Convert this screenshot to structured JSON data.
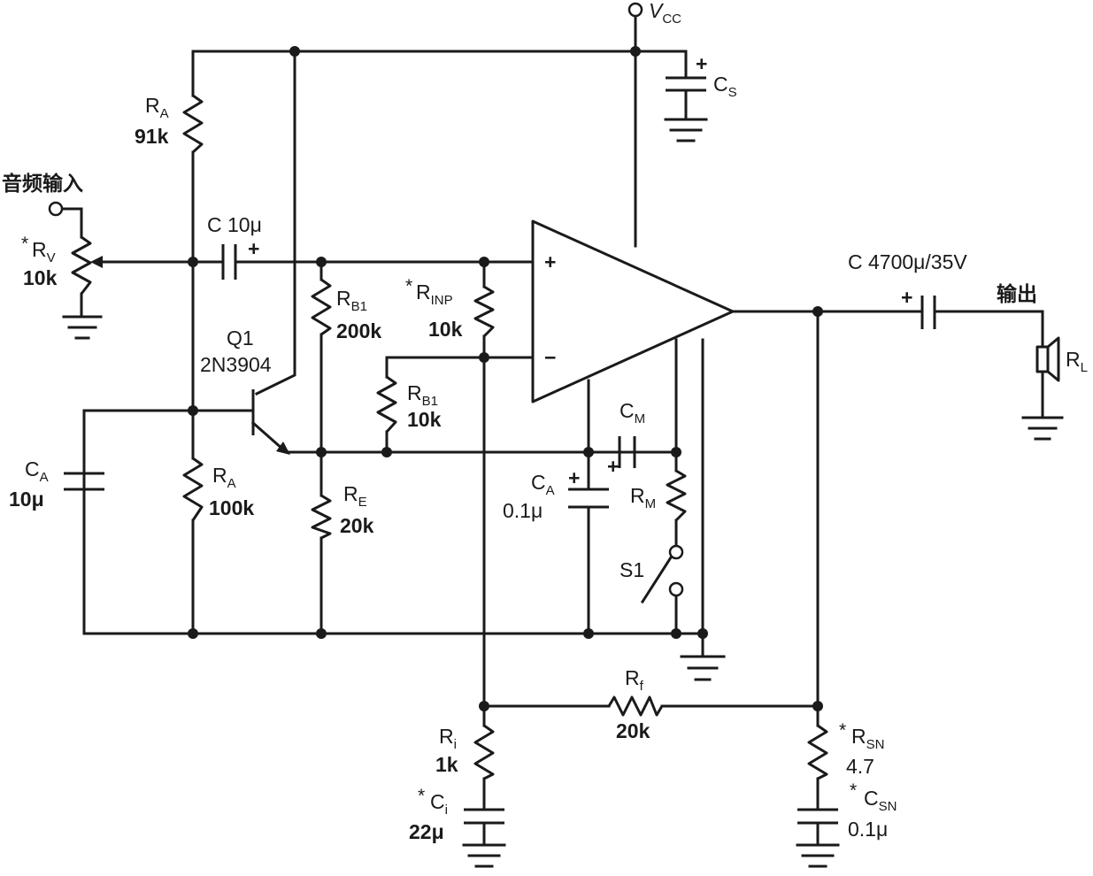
{
  "labels": {
    "vcc": "V",
    "vcc_sub": "CC",
    "cs": "C",
    "cs_sub": "S",
    "audio_in": "音频输入",
    "rv_star": "*",
    "rv": "R",
    "rv_sub": "V",
    "rv_val": "10k",
    "ra_top": "R",
    "ra_top_sub": "A",
    "ra_top_val": "91k",
    "c_in": "C  10μ",
    "rb1_top": "R",
    "rb1_top_sub": "B1",
    "rb1_top_val": "200k",
    "rinp_star": "*",
    "rinp": "R",
    "rinp_sub": "INP",
    "rinp_val": "10k",
    "q1": "Q1",
    "q1_part": "2N3904",
    "rb1_mid": "R",
    "rb1_mid_sub": "B1",
    "rb1_mid_val": "10k",
    "ca_left": "C",
    "ca_left_sub": "A",
    "ca_left_val": "10μ",
    "ra_bot": "R",
    "ra_bot_sub": "A",
    "ra_bot_val": "100k",
    "re": "R",
    "re_sub": "E",
    "re_val": "20k",
    "cm": "C",
    "cm_sub": "M",
    "ca_mid": "C",
    "ca_mid_sub": "A",
    "ca_mid_val": "0.1μ",
    "rm": "R",
    "rm_sub": "M",
    "s1": "S1",
    "c_out": "C  4700μ/35V",
    "out": "输出",
    "rl": "R",
    "rl_sub": "L",
    "rf": "R",
    "rf_sub": "f",
    "rf_val": "20k",
    "ri": "R",
    "ri_sub": "i",
    "ri_val": "1k",
    "ci_star": "*",
    "ci": "C",
    "ci_sub": "i",
    "ci_val": "22μ",
    "rsn_star": "*",
    "rsn": "R",
    "rsn_sub": "SN",
    "rsn_val": "4.7",
    "csn_star": "*",
    "csn": "C",
    "csn_sub": "SN",
    "csn_val": "0.1μ",
    "opamp_plus": "+",
    "opamp_minus": "−",
    "pol_cs": "+",
    "pol_cin": "+",
    "pol_ca": "+",
    "pol_cm": "+",
    "pol_cout": "+"
  }
}
